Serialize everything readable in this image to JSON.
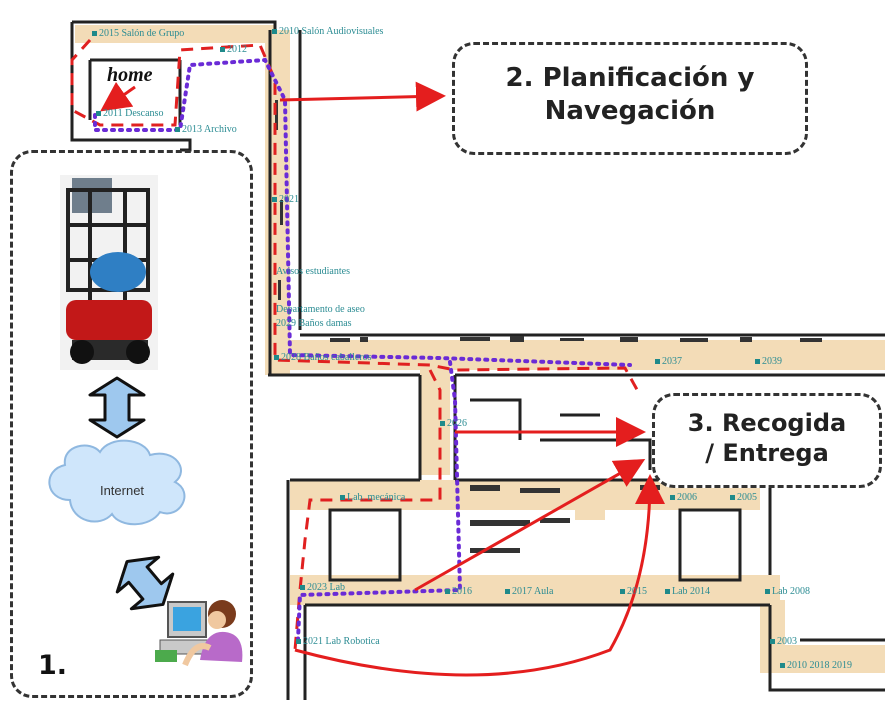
{
  "boxes": {
    "planning": {
      "line1": "2. Planificación  y",
      "line2": "Navegación"
    },
    "pickup": {
      "line1": "3. Recogida",
      "line2": "/ Entrega"
    },
    "system": {
      "number": "1."
    }
  },
  "cloud_label": "Internet",
  "home_label": "home",
  "map_labels": {
    "l1": "2015 Salón de Grupo",
    "l2": "2010 Salón Audiovisuales",
    "l3": "2012",
    "l4": "2011 Descanso",
    "l5": "2013 Archivo",
    "l6": "2021",
    "l7": "Avisos estudiantes",
    "l8": "Departamento de aseo",
    "l9": "2029 Baños damas",
    "l10": "2028 Baños caballeros",
    "l11": "2037",
    "l12": "2039",
    "l13": "2026",
    "l14": "Lab. mecánica",
    "l15": "2006",
    "l16": "2005",
    "l17": "2023 Lab",
    "l18": "2016",
    "l19": "2017 Aula",
    "l20": "2015",
    "l21": "Lab 2014",
    "l22": "Lab 2008",
    "l23": "2021 Lab Robotica",
    "l24": "2003",
    "l25": "2010 2018 2019"
  },
  "colors": {
    "route_red": "#e02020",
    "route_purple": "#6a2bd6",
    "arrow_red": "#e41e1e",
    "label_teal": "#2b8c93",
    "room_fill": "#f3dcb7",
    "cloud_fill": "#cfe6fb",
    "arrow_blue": "#9ec8ee"
  }
}
